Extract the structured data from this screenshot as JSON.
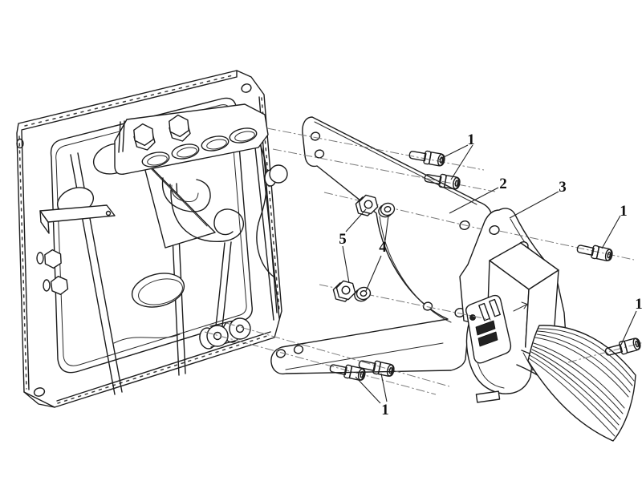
{
  "diagram": {
    "type": "exploded-parts-diagram",
    "background_color": "#ffffff",
    "line_color": "#1c1c1c",
    "centerline_color": "#7a7a7a",
    "callouts": [
      {
        "label": "1"
      },
      {
        "label": "2"
      },
      {
        "label": "3"
      },
      {
        "label": "1"
      },
      {
        "label": "5"
      },
      {
        "label": "4"
      },
      {
        "label": "1"
      },
      {
        "label": "1"
      }
    ]
  }
}
